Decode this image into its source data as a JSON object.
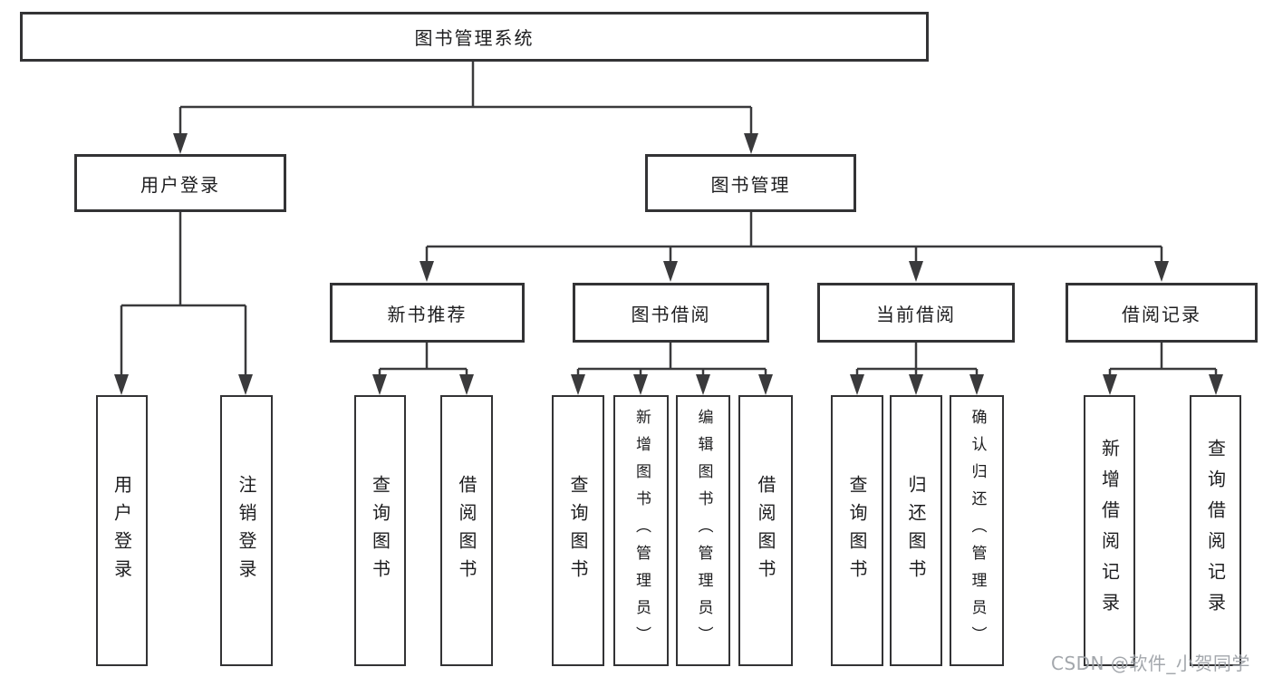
{
  "tree": {
    "root_label": "图书管理系统",
    "branches": [
      {
        "label": "用户登录",
        "leaves": [
          "用户登录",
          "注销登录"
        ]
      },
      {
        "label": "图书管理",
        "groups": [
          {
            "label": "新书推荐",
            "leaves": [
              "查询图书",
              "借阅图书"
            ]
          },
          {
            "label": "图书借阅",
            "leaves": [
              "查询图书",
              "新增图书（管理员）",
              "编辑图书（管理员）",
              "借阅图书"
            ]
          },
          {
            "label": "当前借阅",
            "leaves": [
              "查询图书",
              "归还图书",
              "确认归还（管理员）"
            ]
          },
          {
            "label": "借阅记录",
            "leaves": [
              "新增借阅记录",
              "查询借阅记录"
            ]
          }
        ]
      }
    ]
  },
  "watermark": {
    "text": "CSDN @软件_小贺同学",
    "color": "#9ea2a8"
  },
  "colors": {
    "line": "#3a3a3c",
    "box_border": "#333335",
    "box_background": "#ffffff",
    "text": "#1d1d1f",
    "page_background": "#ffffff"
  }
}
